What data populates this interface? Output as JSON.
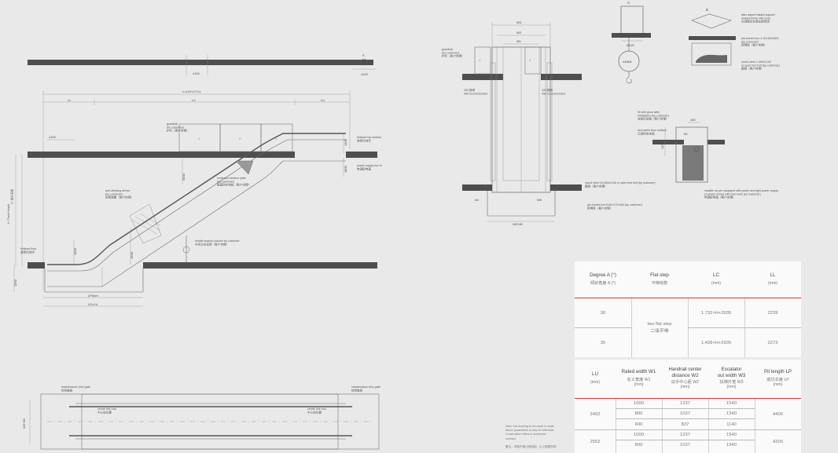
{
  "drawing": {
    "side_view": {
      "angle_marker": "A",
      "dim_top_left": "≥120",
      "dim_top_right": "≥120",
      "overall_length": "L=LU+LC+LL",
      "LL": "LL",
      "LC": "LC",
      "LU": "LU",
      "guardrail": "guardrail\n(by customer)\n护栏（客户自理）",
      "finished_top_surface": "finished top surface\n装修后地坪",
      "power_supply_box": "power supply box in\n电源配电箱",
      "vertical_protective_plate": "vertical protective plate\n(by customer)\n垂直防护挡板（客户自理）",
      "anticlimbing_device": "anti-climbing device\n(by customer)\n防爬装置（客户自理）",
      "middle_support": "middle support column by customer\n中间立柱支撑（客户自理）",
      "finished_floor": "finished floor\n装修后地坪",
      "travel_height": "H: Travel height\nH: 提升高度",
      "lp": "LP/mm",
      "ls": "LS=LU",
      "dims": [
        "≥120",
        "1300",
        "3000",
        "1800",
        "1500",
        "1300",
        "1500"
      ]
    },
    "plan_view": {
      "maintenance_left": "maintenance door gate\n检修盖板",
      "maintenance_right": "maintenance door gate\n检修盖板",
      "centre_line_left": "centre line root\n中心线位置",
      "centre_line_right": "centre line root\n中心线位置",
      "dim_left": "W3+60"
    },
    "section_view": {
      "top_dims": [
        "W3",
        "W2",
        "W1"
      ],
      "guardrail": "guardrail\n(by customer)\n护栏（客户自理）",
      "rec_left": "430 推荐\n430 recommended",
      "rec_right": "430 推荐\n430 recommended",
      "dim_a": "A0",
      "dim_b": "W0",
      "dim_bottom": "W3+80"
    },
    "hook_detail": {
      "a": "A",
      "b": "B",
      "dim": "Ø120",
      "load": "≥40kN",
      "notes": [
        "after adjust installs support\nwelded firmly with truss\n在调整后安装支撑焊接",
        "pre-buried iron 4 20×600×600\n(by customer)\n预埋铁（客户自理）",
        "round steel L=Ø16×150\nor open foot bolt (by customer)\n圆钢（客户自理）"
      ]
    },
    "support_detail": {
      "notes": [
        "fill with grout after\ninstallation (by customer)\n安装后填缝（客户自理）",
        "decorated floor surface\n已装修的地面",
        "round steel 10=Ø16×150 or open foot bolt (by customer)\n圆钢（客户自理）",
        "pre-buried iron 6.80×170×W3 (by customer)\n预埋铁（客户自理）",
        "installer as per equipped with power and light power supply\n(3-phase 5-line) with wire bolts (by customer)\n电源配电箱（客户自理）"
      ],
      "dims": [
        "≥40",
        "120",
        "50",
        "1"
      ]
    }
  },
  "table1": {
    "headers": [
      {
        "en": "Degree A (°)",
        "cn": "倾斜角度 A (°)"
      },
      {
        "en": "Flat step",
        "cn": "平梯级数"
      },
      {
        "en": "LC",
        "cn": "(mm)"
      },
      {
        "en": "LL",
        "cn": "(mm)"
      }
    ],
    "rows": [
      {
        "degree": "30",
        "lc": "1.732×H+2935",
        "ll": "2239"
      },
      {
        "degree": "35",
        "lc": "1.428×H+2935",
        "ll": "2273"
      }
    ],
    "flat_step": "two flat step\n二级平梯"
  },
  "table2": {
    "headers": [
      {
        "en": "LU",
        "cn": "(mm)"
      },
      {
        "en": "Rated width W1",
        "cn": "名义宽度 W1\n(mm)"
      },
      {
        "en": "Handrail center\ndistance W2",
        "cn": "扶手中心距 W2\n(mm)"
      },
      {
        "en": "Escalator\nout width W3",
        "cn": "扶梯外宽 W3\n(mm)"
      },
      {
        "en": "Pit length LP",
        "cn": "底坑长度 LP\n(mm)"
      }
    ],
    "groups": [
      {
        "lu": "2492",
        "lp": "4400",
        "rows": [
          [
            "1000",
            "1237",
            "1540"
          ],
          [
            "800",
            "1037",
            "1340"
          ],
          [
            "600",
            "837",
            "1140"
          ]
        ]
      },
      {
        "lu": "2552",
        "lp": "4200",
        "rows": [
          [
            "1000",
            "1237",
            "1540"
          ],
          [
            "800",
            "1037",
            "1340"
          ]
        ]
      }
    ]
  },
  "note": "Note: this drawing is not made in scale,\nabove parameters is only for reference.\nConstruction refers to confirmed\ncontract.\n\n备注：本图不按比例绘制，以上数据仅供"
}
